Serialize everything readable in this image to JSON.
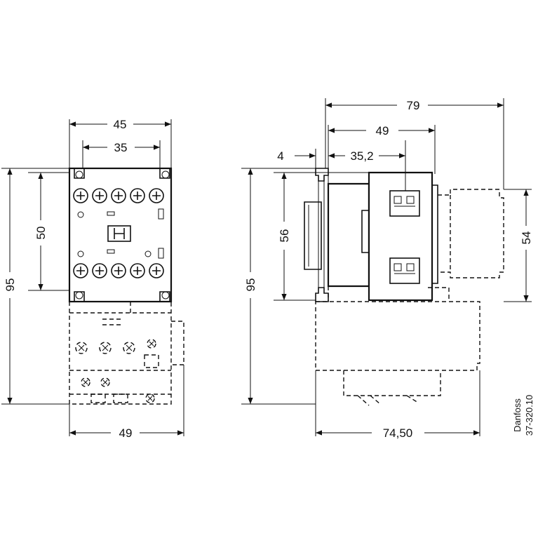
{
  "front_view": {
    "width_top": "45",
    "width_inner": "35",
    "height_inner": "50",
    "height_total": "95",
    "width_bottom": "49"
  },
  "side_view": {
    "width_total": "79",
    "width_mid": "49",
    "offset": "4",
    "width_inner": "35,2",
    "height_left": "56",
    "height_total": "95",
    "height_right": "54",
    "width_bottom": "74,50"
  },
  "brand": {
    "name": "Danfoss",
    "code": "37-320.10"
  }
}
